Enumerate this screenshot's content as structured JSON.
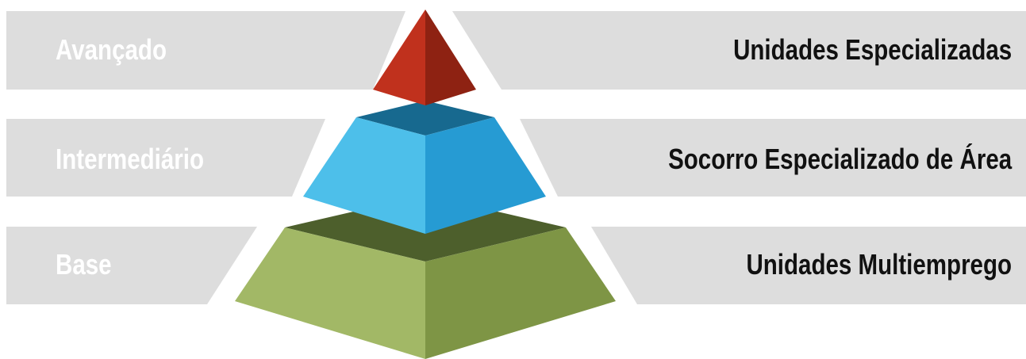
{
  "tiers": [
    {
      "level": "Avançado",
      "unit": "Unidades Especializadas",
      "colors": {
        "left": "#c0311d",
        "right": "#8e2212",
        "top": "#c0311d"
      }
    },
    {
      "level": "Intermediário",
      "unit": "Socorro Especializado de Área",
      "colors": {
        "left": "#4dbfea",
        "right": "#269bd3",
        "top": "#17698f"
      }
    },
    {
      "level": "Base",
      "unit": "Unidades Multiemprego",
      "colors": {
        "left": "#a2b866",
        "right": "#7e9545",
        "top": "#4d5f2c"
      }
    }
  ],
  "band_color": "#dddddd"
}
